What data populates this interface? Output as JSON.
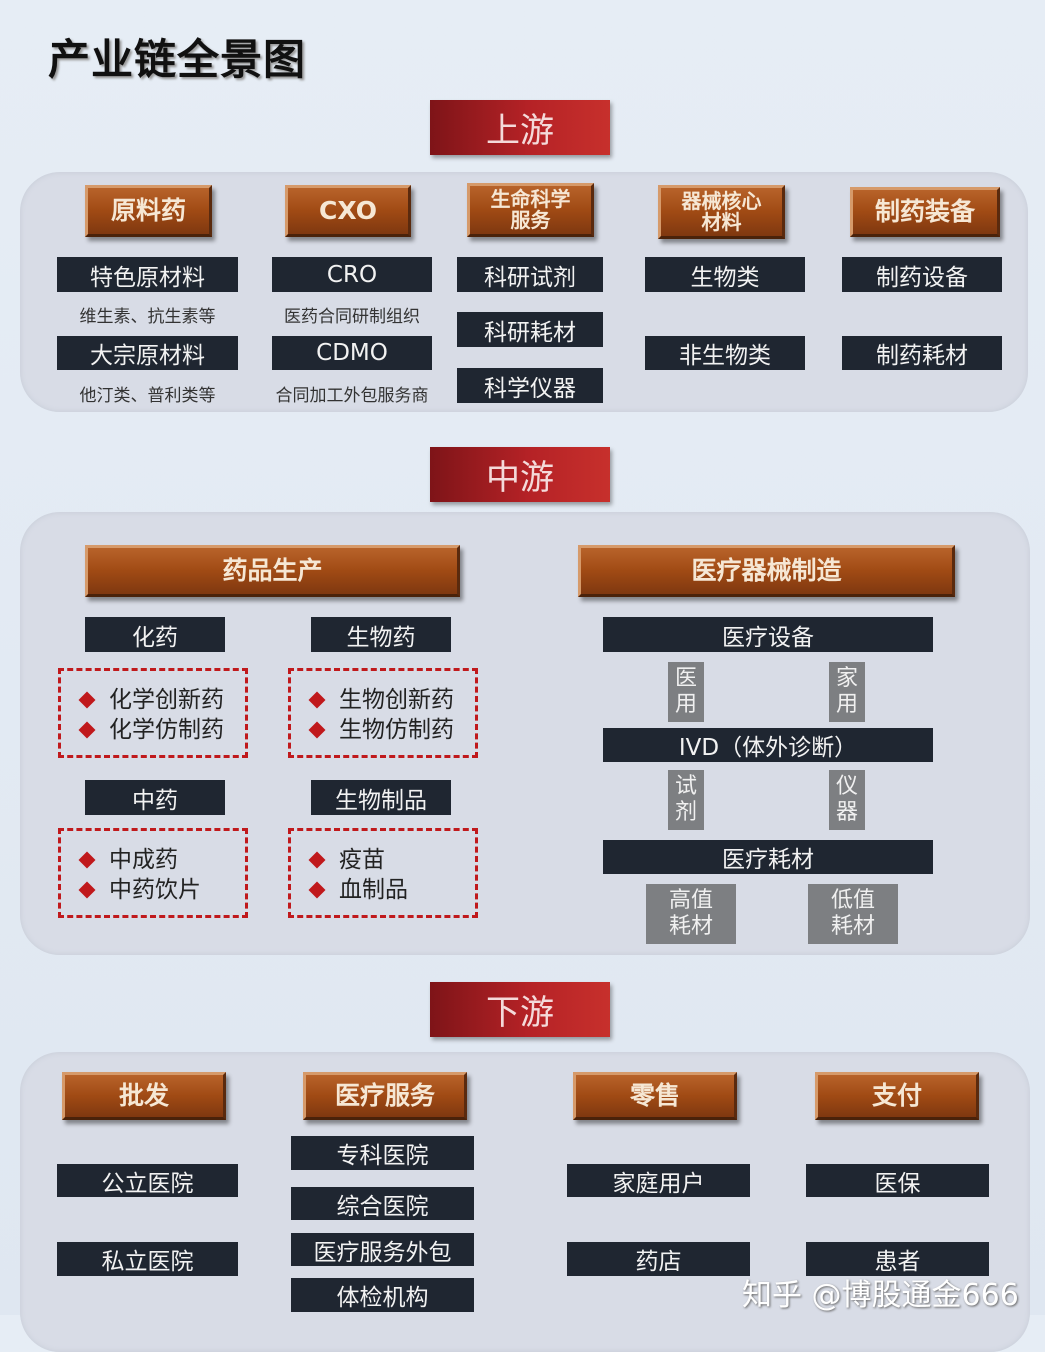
{
  "title": "产业链全景图",
  "upstream": {
    "label": "上游",
    "categories": [
      "原料药",
      "CXO",
      "生命科学服务",
      "器械核心材料",
      "制药装备"
    ],
    "raw": {
      "items": [
        "特色原材料",
        "大宗原材料"
      ],
      "notes": [
        "维生素、抗生素等",
        "他汀类、普利类等"
      ]
    },
    "cxo": {
      "items": [
        "CRO",
        "CDMO"
      ],
      "notes": [
        "医药合同研制组织",
        "合同加工外包服务商"
      ]
    },
    "life": [
      "科研试剂",
      "科研耗材",
      "科学仪器"
    ],
    "device": [
      "生物类",
      "非生物类"
    ],
    "equip": [
      "制药设备",
      "制药耗材"
    ]
  },
  "midstream": {
    "label": "中游",
    "drug": {
      "title": "药品生产",
      "groups": [
        {
          "name": "化药",
          "items": [
            "化学创新药",
            "化学仿制药"
          ]
        },
        {
          "name": "生物药",
          "items": [
            "生物创新药",
            "生物仿制药"
          ]
        },
        {
          "name": "中药",
          "items": [
            "中成药",
            "中药饮片"
          ]
        },
        {
          "name": "生物制品",
          "items": [
            "疫苗",
            "血制品"
          ]
        }
      ]
    },
    "device": {
      "title": "医疗器械制造",
      "equipment": {
        "name": "医疗设备",
        "subs": [
          "医用",
          "家用"
        ]
      },
      "ivd": {
        "name": "IVD（体外诊断）",
        "subs": [
          "试剂",
          "仪器"
        ]
      },
      "consumables": {
        "name": "医疗耗材",
        "subs": [
          "高值耗材",
          "低值耗材"
        ]
      }
    }
  },
  "downstream": {
    "label": "下游",
    "categories": [
      "批发",
      "医疗服务",
      "零售",
      "支付"
    ],
    "wholesale": [
      "公立医院",
      "私立医院"
    ],
    "services": [
      "专科医院",
      "综合医院",
      "医疗服务外包",
      "体检机构"
    ],
    "retail": [
      "家庭用户",
      "药店"
    ],
    "payment": [
      "医保",
      "患者"
    ]
  },
  "watermark": "知乎 @博股通金666",
  "colors": {
    "stage": "#b52226",
    "category": "#a04a14",
    "box": "#1f2631",
    "grey": "#7d7f82",
    "dashed": "#c0191c"
  }
}
